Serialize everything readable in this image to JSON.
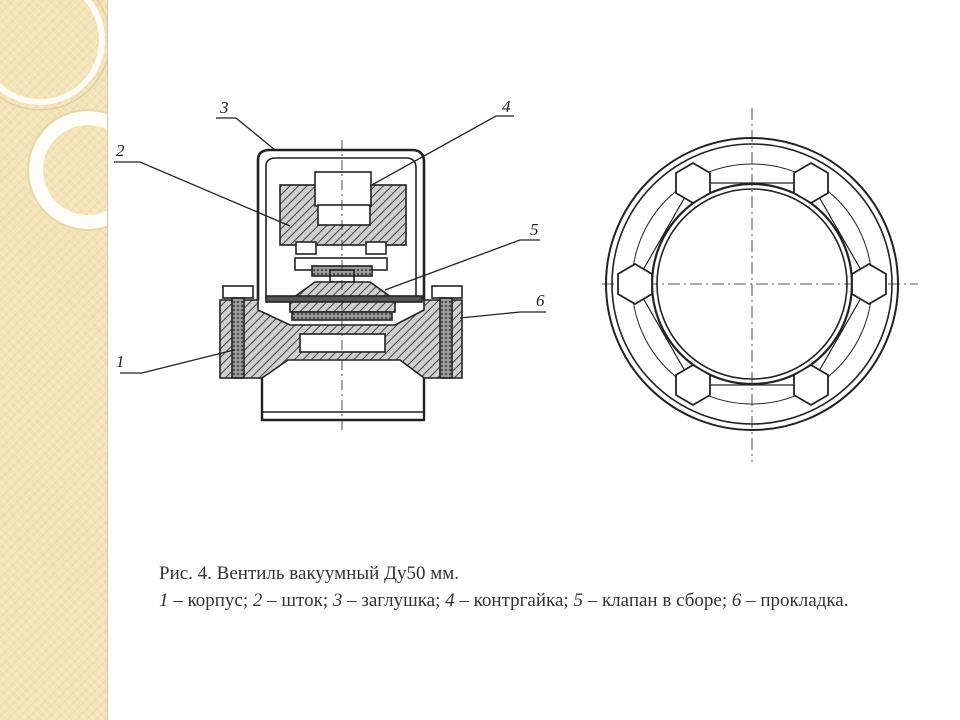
{
  "figure": {
    "callouts": [
      "1",
      "2",
      "3",
      "4",
      "5",
      "6"
    ]
  },
  "caption": {
    "title": "Рис. 4. Вентиль вакуумный Ду50 мм.",
    "legend": [
      {
        "num": "1",
        "text": " – корпус; "
      },
      {
        "num": "2",
        "text": " – шток; "
      },
      {
        "num": "3",
        "text": " – заглушка; "
      },
      {
        "num": "4",
        "text": " – контргайка; "
      },
      {
        "num": "5",
        "text": " – клапан в сборе; "
      },
      {
        "num": "6",
        "text": " – прокладка."
      }
    ]
  },
  "colors": {
    "strip": "#f3e3b6",
    "ink": "#222222",
    "caption_text": "#333333",
    "hatch": "#444444"
  }
}
